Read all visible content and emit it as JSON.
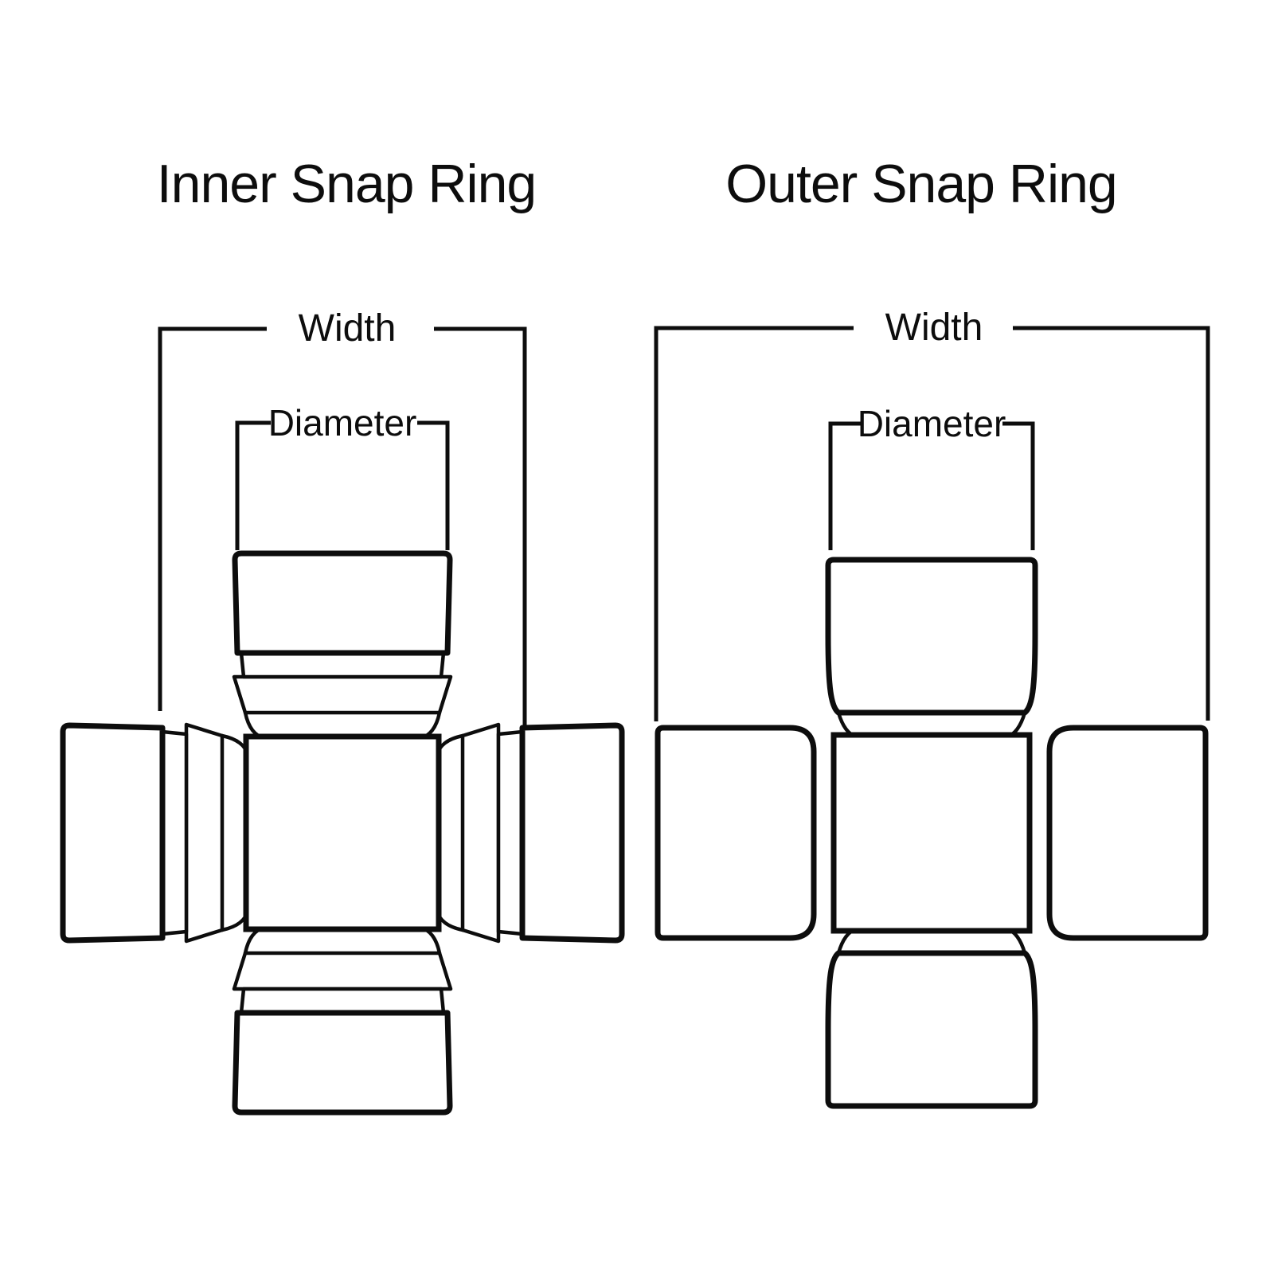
{
  "page": {
    "background": "#ffffff",
    "ink": "#0d0d0d"
  },
  "diagrams": [
    {
      "id": "inner-snap-ring",
      "title": "Inner Snap Ring",
      "width_label": "Width",
      "diameter_label": "Diameter"
    },
    {
      "id": "outer-snap-ring",
      "title": "Outer Snap Ring",
      "width_label": "Width",
      "diameter_label": "Diameter"
    }
  ]
}
